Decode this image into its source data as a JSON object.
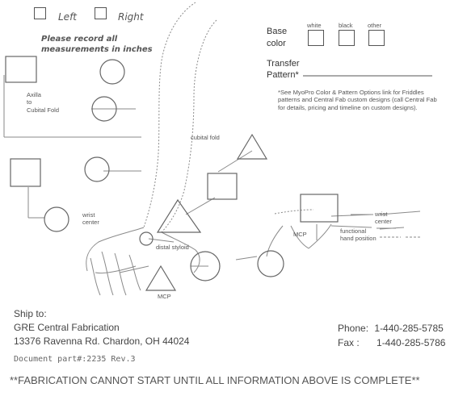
{
  "side": {
    "left_label": "Left",
    "right_label": "Right"
  },
  "instructions": {
    "line1": "Please record all",
    "line2": "measurements in inches"
  },
  "base_color": {
    "label_line1": "Base",
    "label_line2": "color",
    "options": [
      "white",
      "black",
      "other"
    ]
  },
  "transfer": {
    "label_line1": "Transfer",
    "label_line2": "Pattern*",
    "note": "*See MyoPro Color & Pattern Options link for Friddles patterns and Central Fab custom designs (call Central Fab for details, pricing and timeline on custom designs)."
  },
  "diagram_labels": {
    "axilla": [
      "Axilla",
      "to",
      "Cubital Fold"
    ],
    "cubital_fold": "cubital fold",
    "wrist_center_left": [
      "wrist",
      "center"
    ],
    "distal_styloid": "distal styloid",
    "mcp_bottom": "MCP",
    "mcp_right": "MCP",
    "functional": [
      "functional",
      "hand position"
    ],
    "wrist_center_right": [
      "wrist",
      "center"
    ]
  },
  "ship": {
    "title": "Ship to:",
    "name": "GRE Central Fabrication",
    "address": "13376 Ravenna Rd. Chardon, OH 44024"
  },
  "contact": {
    "phone_label": "Phone:",
    "phone": "1-440-285-5785",
    "fax_label": "Fax :",
    "fax": "1-440-285-5786"
  },
  "document_part": "Document part#:2235 Rev.3",
  "warning": "**FABRICATION CANNOT START UNTIL ALL INFORMATION ABOVE IS COMPLETE**"
}
